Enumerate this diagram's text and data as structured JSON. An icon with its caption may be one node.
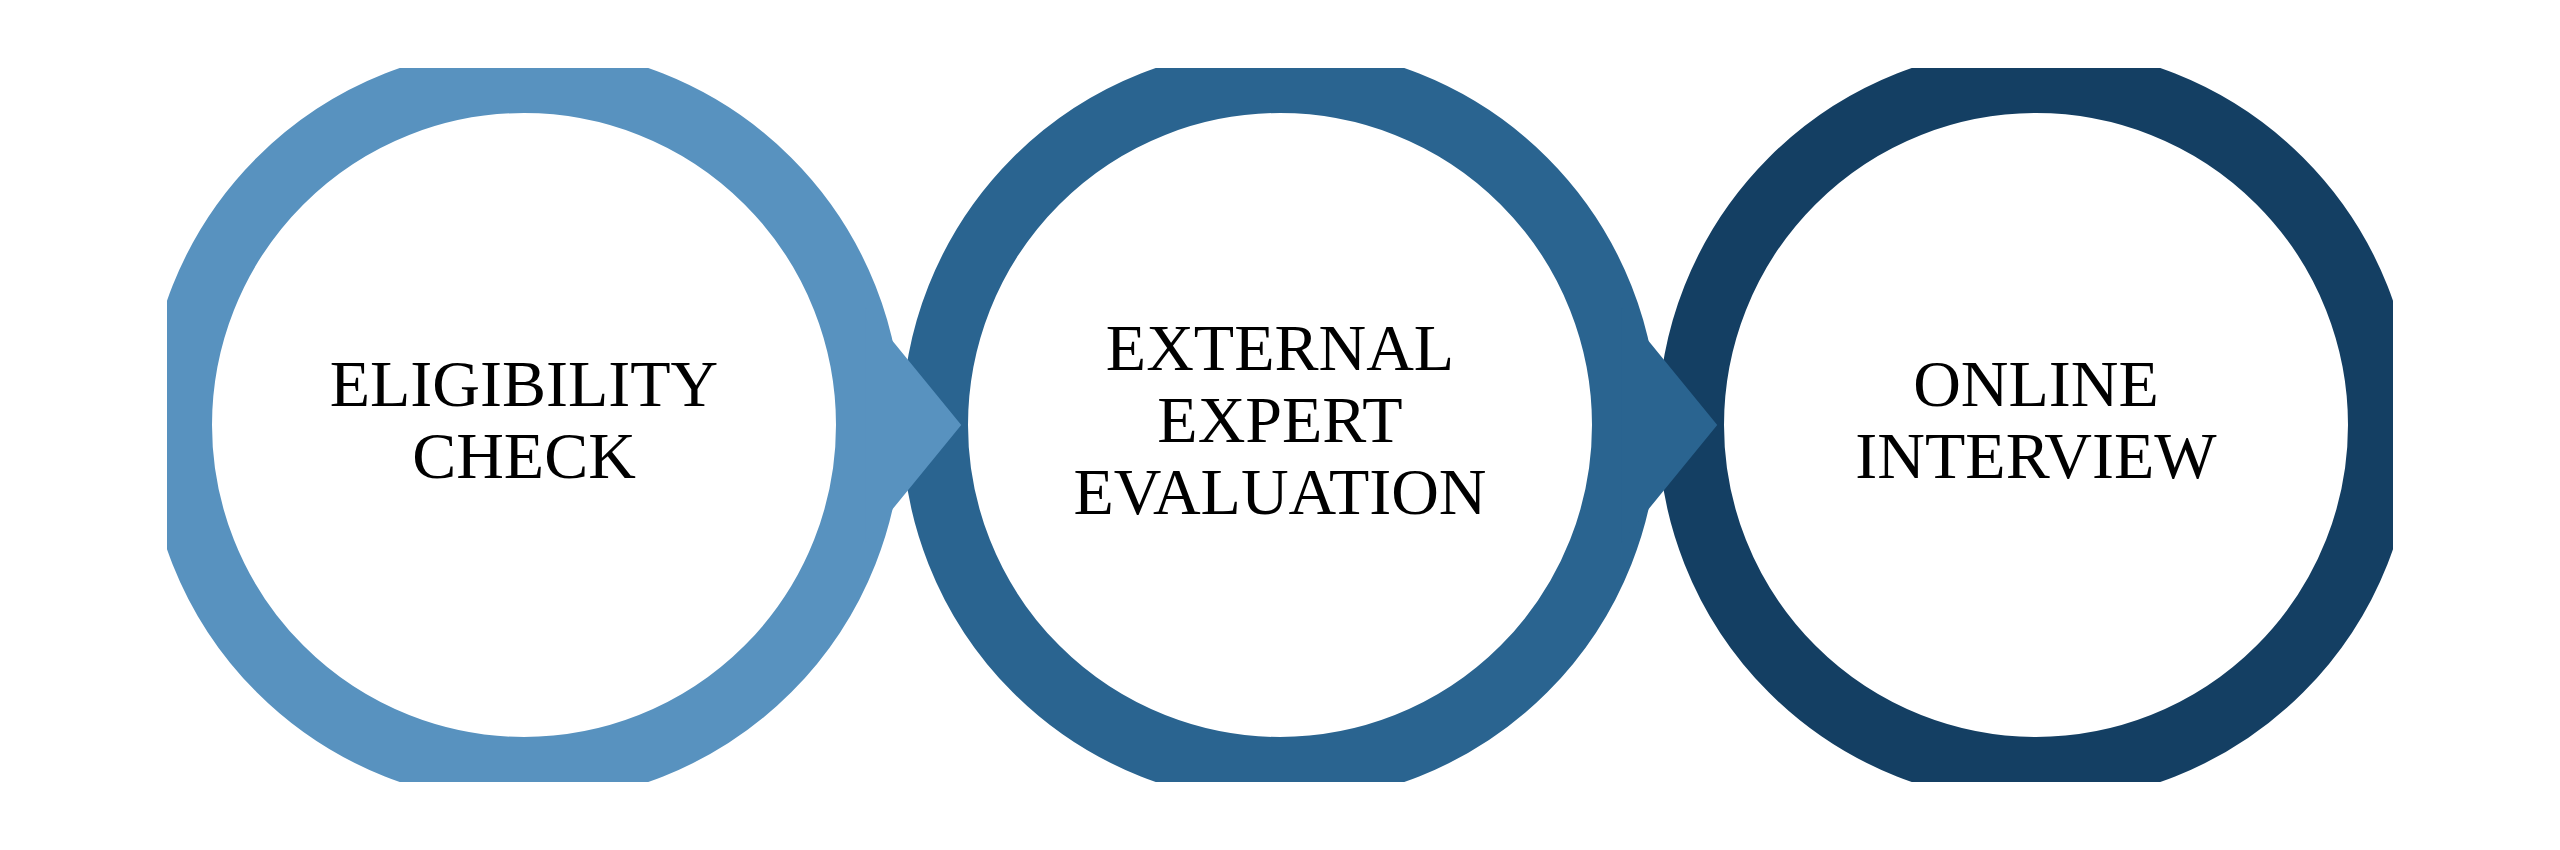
{
  "diagram": {
    "nodes": [
      {
        "text": [
          "ELIGIBILITY CHECK"
        ]
      },
      {
        "text": [
          "EXTERNAL EXPERT EVALUATION"
        ]
      },
      {
        "text": [
          "ONLINE INTERVIEW"
        ]
      }
    ],
    "edges": [
      {
        "from": 0,
        "to": 1,
        "arrow": "to",
        "style": "thick",
        "color": "#5892bf"
      },
      {
        "from": 1,
        "to": 2,
        "arrow": "to",
        "style": "thick",
        "color": "#2a6490"
      }
    ]
  }
}
